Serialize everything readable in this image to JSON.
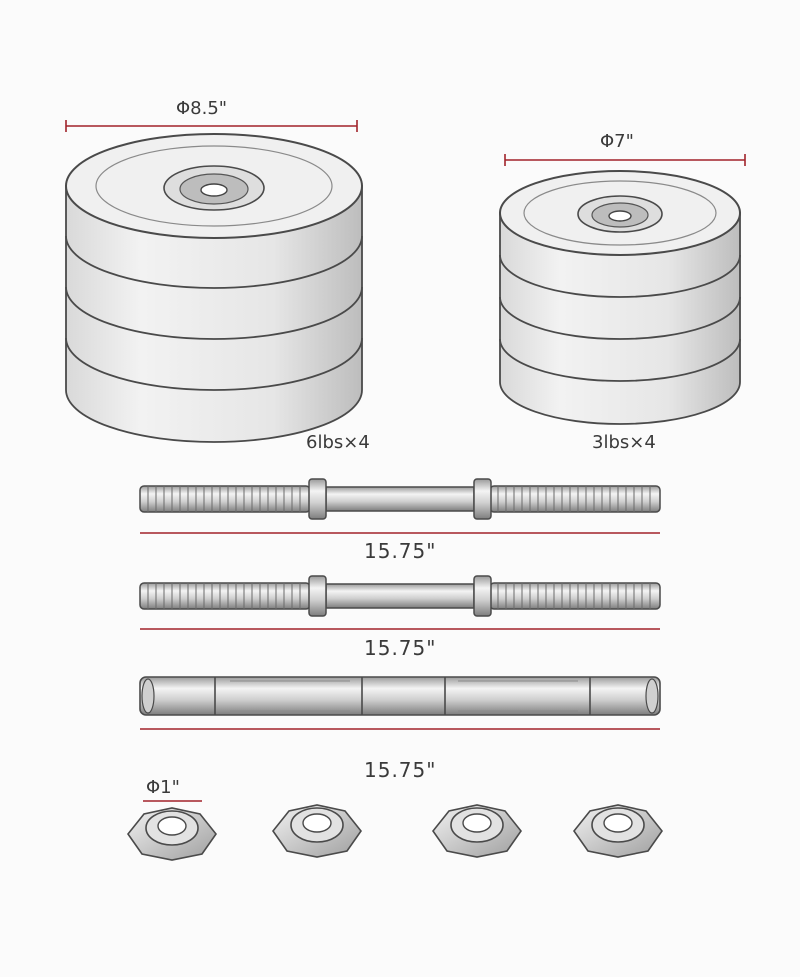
{
  "colors": {
    "ink": "#4a4a4a",
    "light_ink": "#9a9a9a",
    "dimension_red": "#a1232b",
    "paper": "#fbfbfb"
  },
  "large_plates": {
    "diameter_label": "Φ8.5\"",
    "quantity_label": "6lbs×4",
    "count": 4
  },
  "small_plates": {
    "diameter_label": "Φ7\"",
    "quantity_label": "3lbs×4",
    "count": 4
  },
  "handles": [
    {
      "length_label": "15.75\"",
      "kind": "threaded"
    },
    {
      "length_label": "15.75\"",
      "kind": "threaded"
    },
    {
      "length_label": "15.75\"",
      "kind": "connector"
    }
  ],
  "collars": {
    "diameter_label": "Φ1\"",
    "count": 4
  }
}
